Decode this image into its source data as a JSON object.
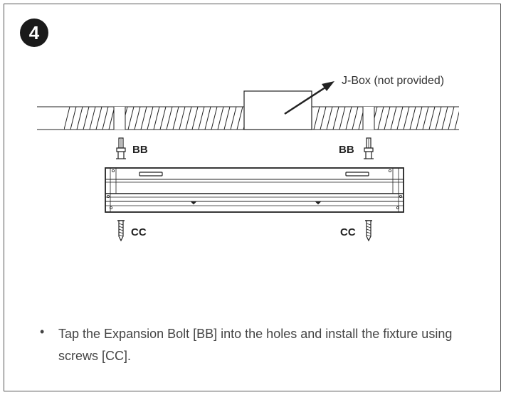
{
  "step": {
    "number": "4"
  },
  "labels": {
    "jbox": "J-Box (not provided)",
    "bb_left": "BB",
    "bb_right": "BB",
    "cc_left": "CC",
    "cc_right": "CC"
  },
  "instruction": {
    "bullet": "•",
    "text": "Tap the Expansion Bolt [BB] into the holes and install the fixture using screws [CC]."
  }
}
